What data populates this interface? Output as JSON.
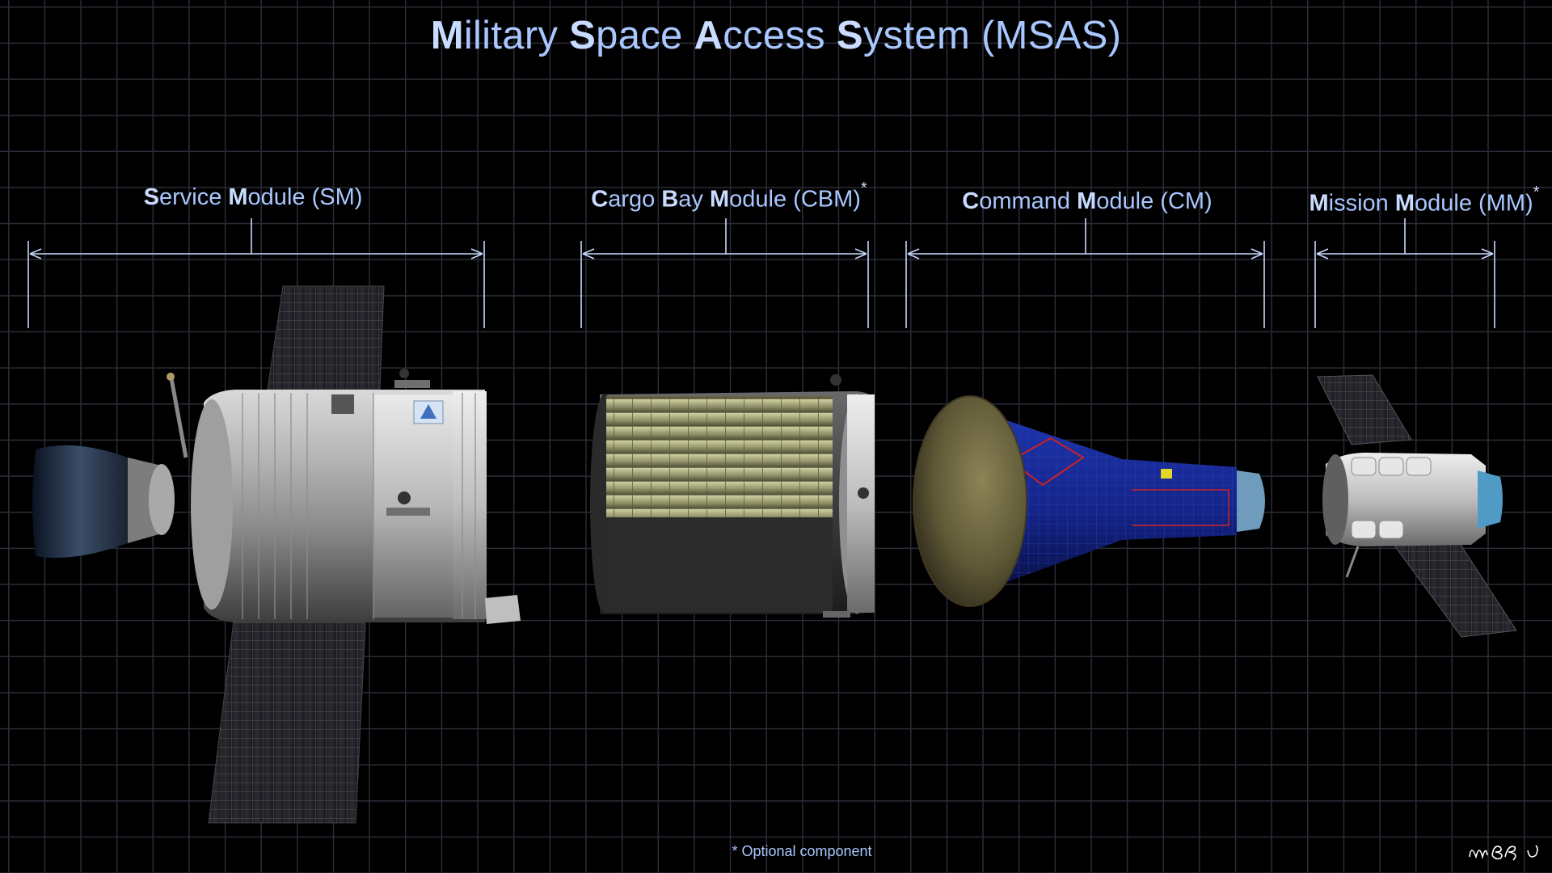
{
  "title": {
    "parts": [
      {
        "initial": "M",
        "rest": "ilitary "
      },
      {
        "initial": "S",
        "rest": "pace "
      },
      {
        "initial": "A",
        "rest": "ccess "
      },
      {
        "initial": "S",
        "rest": "ystem "
      }
    ],
    "suffix": "(MSAS)"
  },
  "modules": [
    {
      "initial1": "S",
      "rest1": "ervice ",
      "initial2": "M",
      "rest2": "odule (SM)",
      "optional_mark": ""
    },
    {
      "initial1": "C",
      "rest1": "argo ",
      "initial2": "B",
      "rest2": "ay ",
      "initial3": "M",
      "rest3": "odule (CBM)",
      "optional_mark": "*"
    },
    {
      "initial1": "C",
      "rest1": "ommand ",
      "initial2": "M",
      "rest2": "odule (CM)",
      "optional_mark": ""
    },
    {
      "initial1": "M",
      "rest1": "ission ",
      "initial2": "M",
      "rest2": "odule (MM)",
      "optional_mark": "*"
    }
  ],
  "footnote": "* Optional component",
  "signature": "MBB",
  "colors": {
    "background": "#000000",
    "grid": "#2c2c38",
    "label_text": "#a9c7ff",
    "label_initials": "#c9dcff",
    "dimension_lines": "#c8d8ff",
    "command_module_hull": "#1d2f9c"
  }
}
